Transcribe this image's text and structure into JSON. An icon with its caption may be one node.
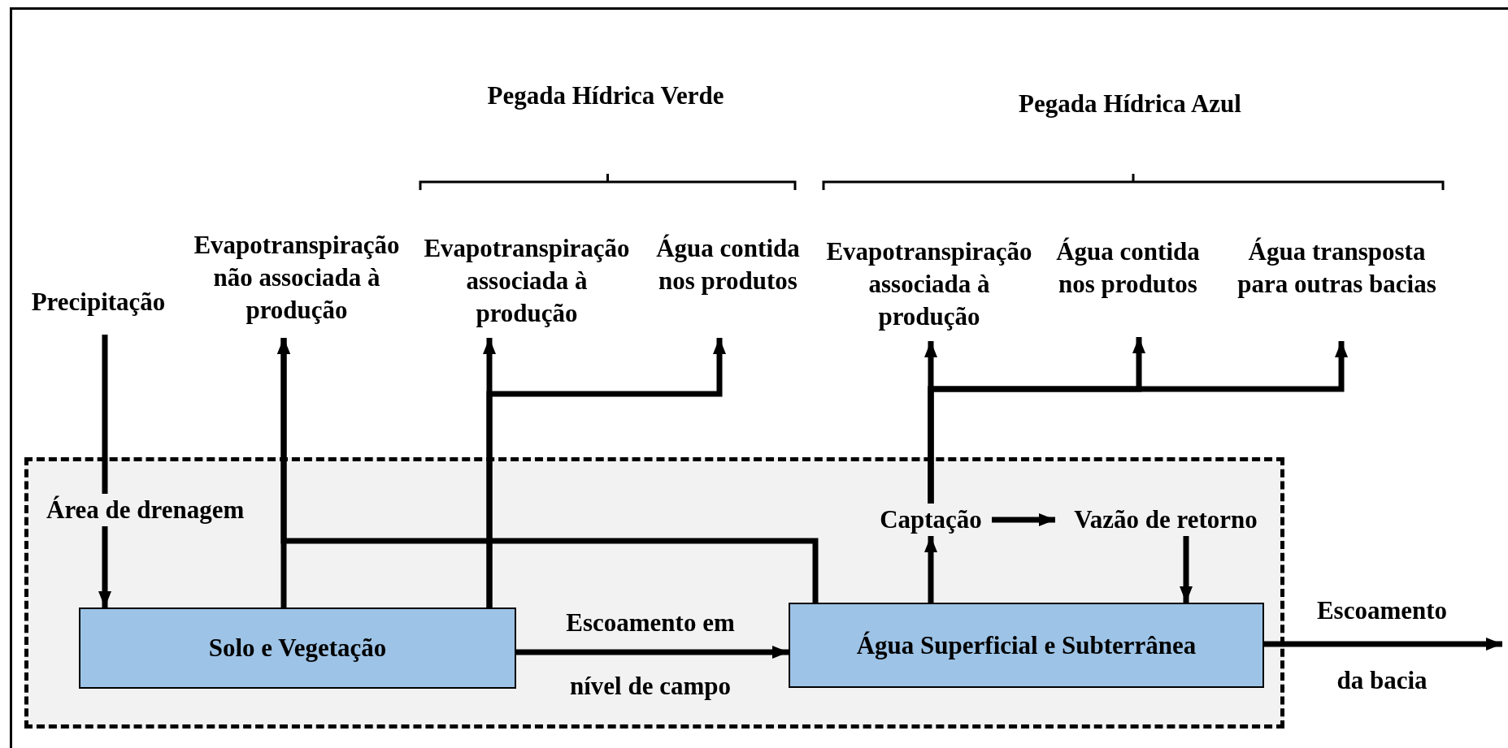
{
  "diagram": {
    "nodes": [
      {
        "text": [
          "Precipitação"
        ]
      },
      {
        "text": [
          "Evapotranspiração não associada à produção"
        ]
      },
      {
        "text": [
          "Evapotranspiração associada à produção"
        ]
      },
      {
        "text": [
          "Água contida nos produtos"
        ]
      },
      {
        "text": [
          "Evapotranspiração associada à produção"
        ]
      },
      {
        "text": [
          "Água contida nos produtos"
        ]
      },
      {
        "text": [
          "Água transposta para outras bacias"
        ]
      },
      {
        "text": [
          "Área de drenagem"
        ]
      },
      {
        "text": [
          "Captação"
        ],
        "in": 7
      },
      {
        "text": [
          "Vazão de retorno"
        ],
        "in": 7
      },
      {
        "text": [
          "Solo e Vegetação"
        ],
        "in": 7
      },
      {
        "text": [
          "Água Superficial e Subterrânea"
        ],
        "in": 7
      }
    ],
    "edges": [
      {
        "from": 0,
        "to": 10,
        "arrow": "to"
      },
      {
        "from": 10,
        "to": 1,
        "arrow": "to"
      },
      {
        "from": 10,
        "to": 2,
        "arrow": "to"
      },
      {
        "from": 10,
        "to": 3,
        "arrow": "to"
      },
      {
        "from": 11,
        "to": 1,
        "arrow": "to"
      },
      {
        "from": 11,
        "to": 8,
        "arrow": "to"
      },
      {
        "from": 8,
        "to": 9,
        "arrow": "to"
      },
      {
        "from": 9,
        "to": 11,
        "arrow": "to"
      },
      {
        "from": 8,
        "to": 4,
        "arrow": "to"
      },
      {
        "from": 8,
        "to": 5,
        "arrow": "to"
      },
      {
        "from": 8,
        "to": 6,
        "arrow": "to"
      },
      {
        "from": 10,
        "to": 11,
        "arrow": "to",
        "label": "Escoamento em nível de campo"
      },
      {
        "from": 11,
        "to": null,
        "arrow": "to",
        "label": "Escoamento da bacia"
      }
    ],
    "labels": [
      "Pegada Hídrica Verde",
      "Pegada Hídrica Azul"
    ]
  }
}
